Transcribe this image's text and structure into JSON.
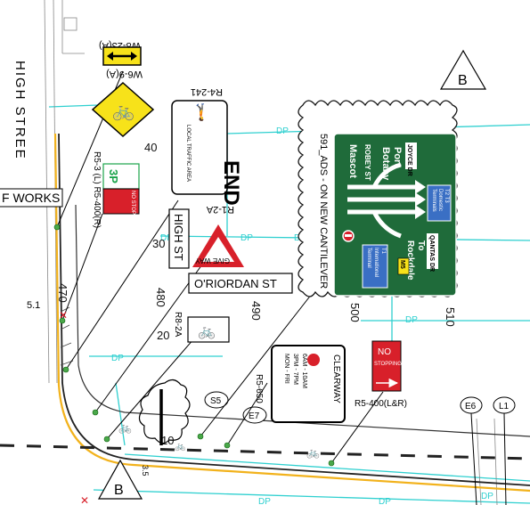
{
  "diagram": {
    "colors": {
      "cyan": "#2fd0d0",
      "kerb": "#000000",
      "kerb_offset": "#f2b21c",
      "green_sign": "#1f6b3a",
      "red": "#d8202a",
      "yellow": "#f7e21a",
      "note_cloud": "#111111"
    },
    "street": {
      "high_street_label": "HIGH STREE",
      "works_label": "F WORKS"
    },
    "dp_labels": [
      "DP",
      "DP",
      "DP",
      "DP",
      "DP",
      "DP",
      "DP",
      "DP",
      "DP",
      "DP",
      "DP"
    ],
    "chainage": [
      "470",
      "480",
      "490",
      "500",
      "510",
      "40",
      "30",
      "20",
      "10"
    ],
    "misc_labels": {
      "level": "5.1",
      "s5": "S5",
      "e7": "E7",
      "e6": "E6",
      "l1": "L1",
      "b_marker": "B",
      "small_35": "3.5"
    },
    "signs": {
      "w8_23": {
        "code": "W8-23(A)"
      },
      "w6_9": {
        "code": "W6-9(A)"
      },
      "r4_241": {
        "code": "R4-241",
        "main": "END",
        "sub": "LOCAL TRAFFIC AREA"
      },
      "r5_3": {
        "code": "R5-3 (L) R5-400(R)",
        "parking": "3P",
        "no_stopping": "NO STOPPING"
      },
      "r1_2a": {
        "code": "R1-2A",
        "main": "GIVE WAY"
      },
      "street_high": {
        "text": "HIGH ST"
      },
      "street_oriordan": {
        "text": "O'RIORDAN ST"
      },
      "r8_2a": {
        "code": "R8-2A"
      },
      "r5_650": {
        "code": "R5-650",
        "title": "CLEARWAY",
        "hours1": "6AM - 10AM",
        "hours2": "3PM - 7PM",
        "days": "MON - FRI"
      },
      "r5_400": {
        "code": "R5-400(L&R)",
        "text1": "NO",
        "text2": "STOPPING"
      },
      "ads": {
        "note": "591_ADS - ON NEW CANTILEVER",
        "left1": "ROBEY ST",
        "left2": "Mascot",
        "top1": "JOYCE DR",
        "top2": "Port",
        "top3": "Botany",
        "top_badge1": "T2 T3",
        "top_badge2": "Domestic",
        "top_badge3": "Terminals",
        "bottom1": "QANTAS DR",
        "bottom2": "To",
        "bottom3": "Rockdale",
        "bottom_route": "M5",
        "bottom_badge1": "T1",
        "bottom_badge2": "International",
        "bottom_badge3": "Terminal"
      }
    }
  }
}
